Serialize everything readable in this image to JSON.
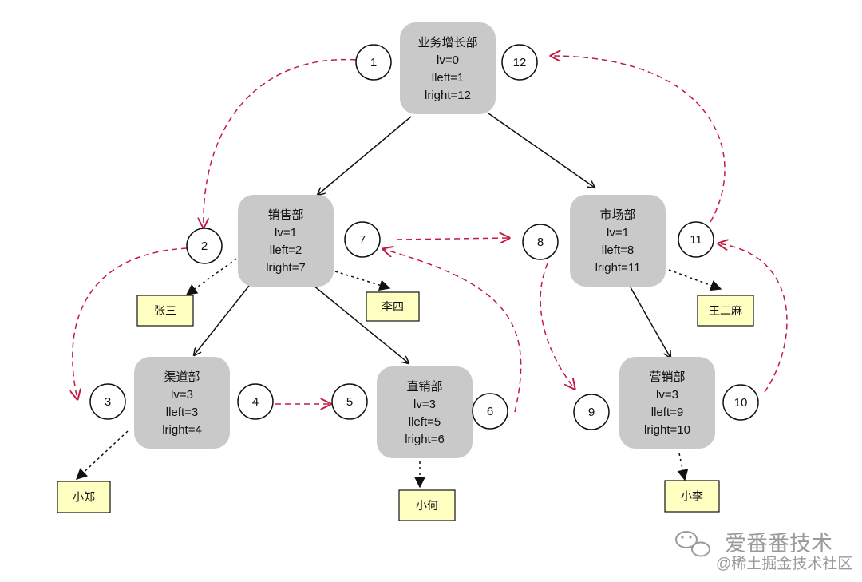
{
  "departments": [
    {
      "id": "yewu",
      "lines": [
        "业务增长部",
        "lv=0",
        "lleft=1",
        "lright=12"
      ]
    },
    {
      "id": "xiaoshou",
      "lines": [
        "销售部",
        "lv=1",
        "lleft=2",
        "lright=7"
      ]
    },
    {
      "id": "shichang",
      "lines": [
        "市场部",
        "lv=1",
        "lleft=8",
        "lright=11"
      ]
    },
    {
      "id": "qudao",
      "lines": [
        "渠道部",
        "lv=3",
        "lleft=3",
        "lright=4"
      ]
    },
    {
      "id": "zhixiao",
      "lines": [
        "直销部",
        "lv=3",
        "lleft=5",
        "lright=6"
      ]
    },
    {
      "id": "yingxiao",
      "lines": [
        "营销部",
        "lv=3",
        "lleft=9",
        "lright=10"
      ]
    }
  ],
  "people": [
    {
      "id": "zhangsan",
      "label": "张三"
    },
    {
      "id": "lisi",
      "label": "李四"
    },
    {
      "id": "wangerma",
      "label": "王二麻"
    },
    {
      "id": "xiaozheng",
      "label": "小郑"
    },
    {
      "id": "xiaohe",
      "label": "小何"
    },
    {
      "id": "xiaoli",
      "label": "小李"
    }
  ],
  "steps": [
    "1",
    "2",
    "3",
    "4",
    "5",
    "6",
    "7",
    "8",
    "9",
    "10",
    "11",
    "12"
  ],
  "watermark": {
    "line1": "爱番番技术",
    "line2": "@稀土掘金技术社区"
  },
  "colors": {
    "node_fill": "#c9c9c9",
    "person_fill": "#ffffc2",
    "traversal": "#c21a45",
    "edge": "#111111"
  }
}
